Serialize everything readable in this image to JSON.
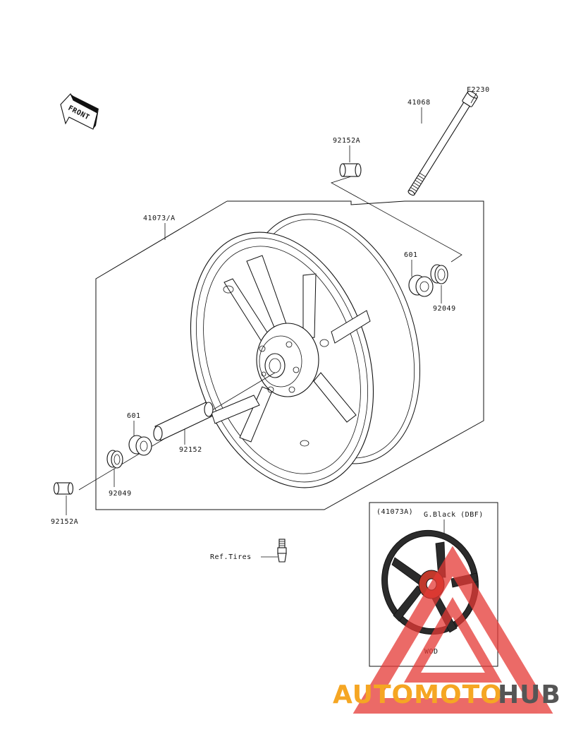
{
  "front_badge": "FRONT",
  "labels": {
    "f2230": "F2230",
    "axle": "41068",
    "collar_top": "92152A",
    "wheel_assy": "41073/A",
    "bearing_r": "601",
    "seal_r": "92049",
    "bearing_l": "601",
    "spacer": "92152",
    "seal_l": "92049",
    "collar_bottom": "92152A",
    "ref_tires": "Ref.Tires"
  },
  "inset": {
    "part_no": "(41073A)",
    "color": "G.Black (DBF)",
    "code": "WOD"
  },
  "watermark": {
    "part1": "AUTOMOTO",
    "part2": "HUB",
    "color1": "#f5a623",
    "color2": "#555555",
    "triangle_color": "#e53935"
  }
}
